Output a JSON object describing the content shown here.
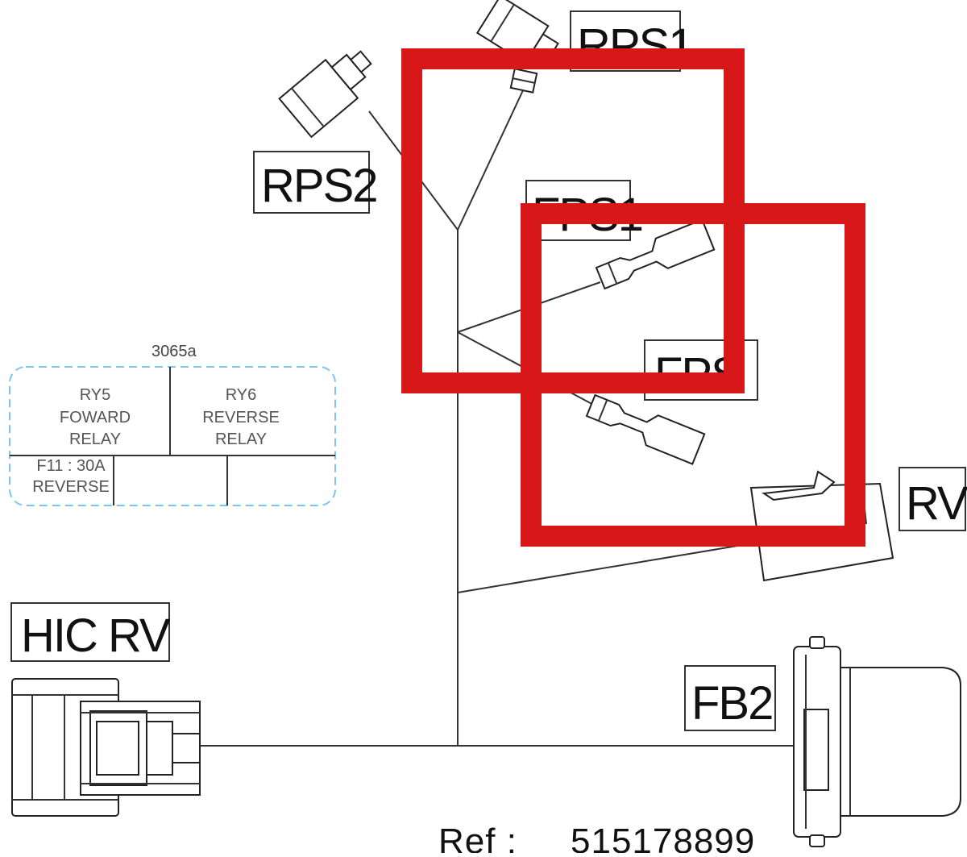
{
  "diagram": {
    "labels": {
      "rps1": "RPS1",
      "rps2": "RPS2",
      "fps1": "FPS1",
      "fps": "FPS",
      "rv": "RV",
      "hic_rv": "HIC  RV",
      "fb2": "FB2"
    },
    "fuse_box": {
      "code": "3065a",
      "ry5_line1": "RY5",
      "ry5_line2": "FOWARD",
      "ry5_line3": "RELAY",
      "ry6_line1": "RY6",
      "ry6_line2": "REVERSE",
      "ry6_line3": "RELAY",
      "f11_line1": "F11 : 30A",
      "f11_line2": "REVERSE"
    },
    "reference": {
      "label": "Ref :",
      "number": "515178899"
    },
    "colors": {
      "highlight": "#d81818",
      "fuse_box_border": "#7fc4f0",
      "line": "#333333"
    }
  }
}
